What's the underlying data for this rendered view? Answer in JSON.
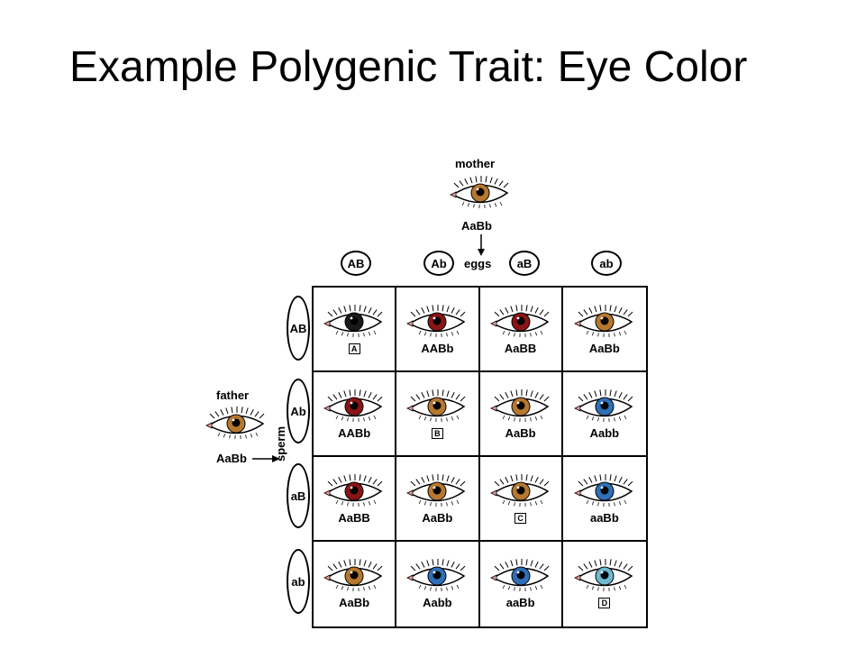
{
  "title": "Example Polygenic Trait: Eye Color",
  "mother": {
    "label": "mother",
    "genotype": "AaBb",
    "iris_color": "#b6782f"
  },
  "father": {
    "label": "father",
    "genotype": "AaBb",
    "iris_color": "#b6782f"
  },
  "eggs_label": "eggs",
  "sperm_label": "sperm",
  "columns": [
    "AB",
    "Ab",
    "aB",
    "ab"
  ],
  "rows": [
    "AB",
    "Ab",
    "aB",
    "ab"
  ],
  "cells": [
    [
      {
        "label": "A",
        "boxed": true,
        "iris": "#1a1a1a"
      },
      {
        "label": "AABb",
        "boxed": false,
        "iris": "#8a1414"
      },
      {
        "label": "AaBB",
        "boxed": false,
        "iris": "#8a1414"
      },
      {
        "label": "AaBb",
        "boxed": false,
        "iris": "#b6782f"
      }
    ],
    [
      {
        "label": "AABb",
        "boxed": false,
        "iris": "#8a1414"
      },
      {
        "label": "B",
        "boxed": true,
        "iris": "#b6782f"
      },
      {
        "label": "AaBb",
        "boxed": false,
        "iris": "#b6782f"
      },
      {
        "label": "Aabb",
        "boxed": false,
        "iris": "#2f6fb8"
      }
    ],
    [
      {
        "label": "AaBB",
        "boxed": false,
        "iris": "#8a1414"
      },
      {
        "label": "AaBb",
        "boxed": false,
        "iris": "#b6782f"
      },
      {
        "label": "C",
        "boxed": true,
        "iris": "#b6782f"
      },
      {
        "label": "aaBb",
        "boxed": false,
        "iris": "#2f6fb8"
      }
    ],
    [
      {
        "label": "AaBb",
        "boxed": false,
        "iris": "#b6782f"
      },
      {
        "label": "Aabb",
        "boxed": false,
        "iris": "#2f6fb8"
      },
      {
        "label": "aaBb",
        "boxed": false,
        "iris": "#2f6fb8"
      },
      {
        "label": "D",
        "boxed": true,
        "iris": "#6fb8d0"
      }
    ]
  ]
}
